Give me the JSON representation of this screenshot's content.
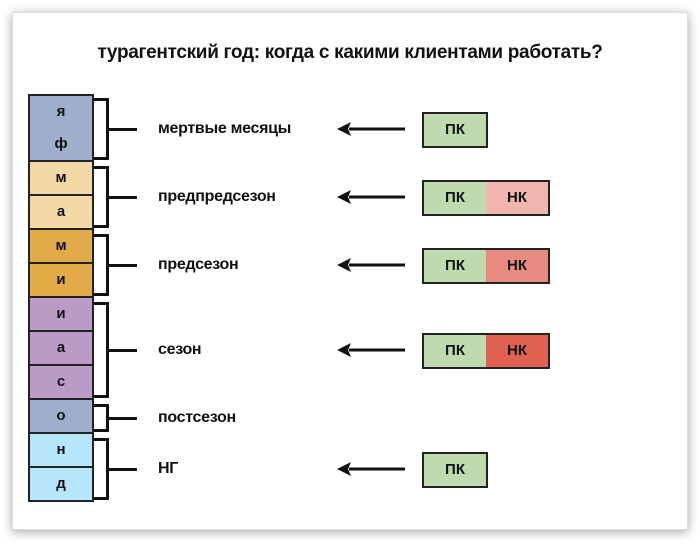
{
  "title": "турагентский год: когда с какими клиентами работать?",
  "months": [
    {
      "letter": "я",
      "color": "#9eafcb"
    },
    {
      "letter": "ф",
      "color": "#9eafcb"
    },
    {
      "letter": "м",
      "color": "#f3d9a6"
    },
    {
      "letter": "а",
      "color": "#f3d9a6"
    },
    {
      "letter": "м",
      "color": "#e3ab47"
    },
    {
      "letter": "и",
      "color": "#e3ab47"
    },
    {
      "letter": "и",
      "color": "#b99bc6"
    },
    {
      "letter": "а",
      "color": "#b99bc6"
    },
    {
      "letter": "с",
      "color": "#b99bc6"
    },
    {
      "letter": "о",
      "color": "#9eafcb"
    },
    {
      "letter": "н",
      "color": "#b5e6fa"
    },
    {
      "letter": "д",
      "color": "#b5e6fa"
    }
  ],
  "groups": [
    {
      "label": "мертвые месяцы",
      "start": 0,
      "count": 2,
      "clients": [
        {
          "text": "ПК",
          "color": "#bedaae"
        }
      ]
    },
    {
      "label": "предпредсезон",
      "start": 2,
      "count": 2,
      "clients": [
        {
          "text": "ПК",
          "color": "#bedaae"
        },
        {
          "text": "НК",
          "color": "#f0b5af"
        }
      ]
    },
    {
      "label": "предсезон",
      "start": 4,
      "count": 2,
      "clients": [
        {
          "text": "ПК",
          "color": "#bedaae"
        },
        {
          "text": "НК",
          "color": "#e88a80"
        }
      ]
    },
    {
      "label": "сезон",
      "start": 6,
      "count": 3,
      "clients": [
        {
          "text": "ПК",
          "color": "#bedaae"
        },
        {
          "text": "НК",
          "color": "#e06150"
        }
      ]
    },
    {
      "label": "постсезон",
      "start": 9,
      "count": 1,
      "clients": []
    },
    {
      "label": "НГ",
      "start": 10,
      "count": 2,
      "clients": [
        {
          "text": "ПК",
          "color": "#bedaae"
        }
      ]
    }
  ]
}
